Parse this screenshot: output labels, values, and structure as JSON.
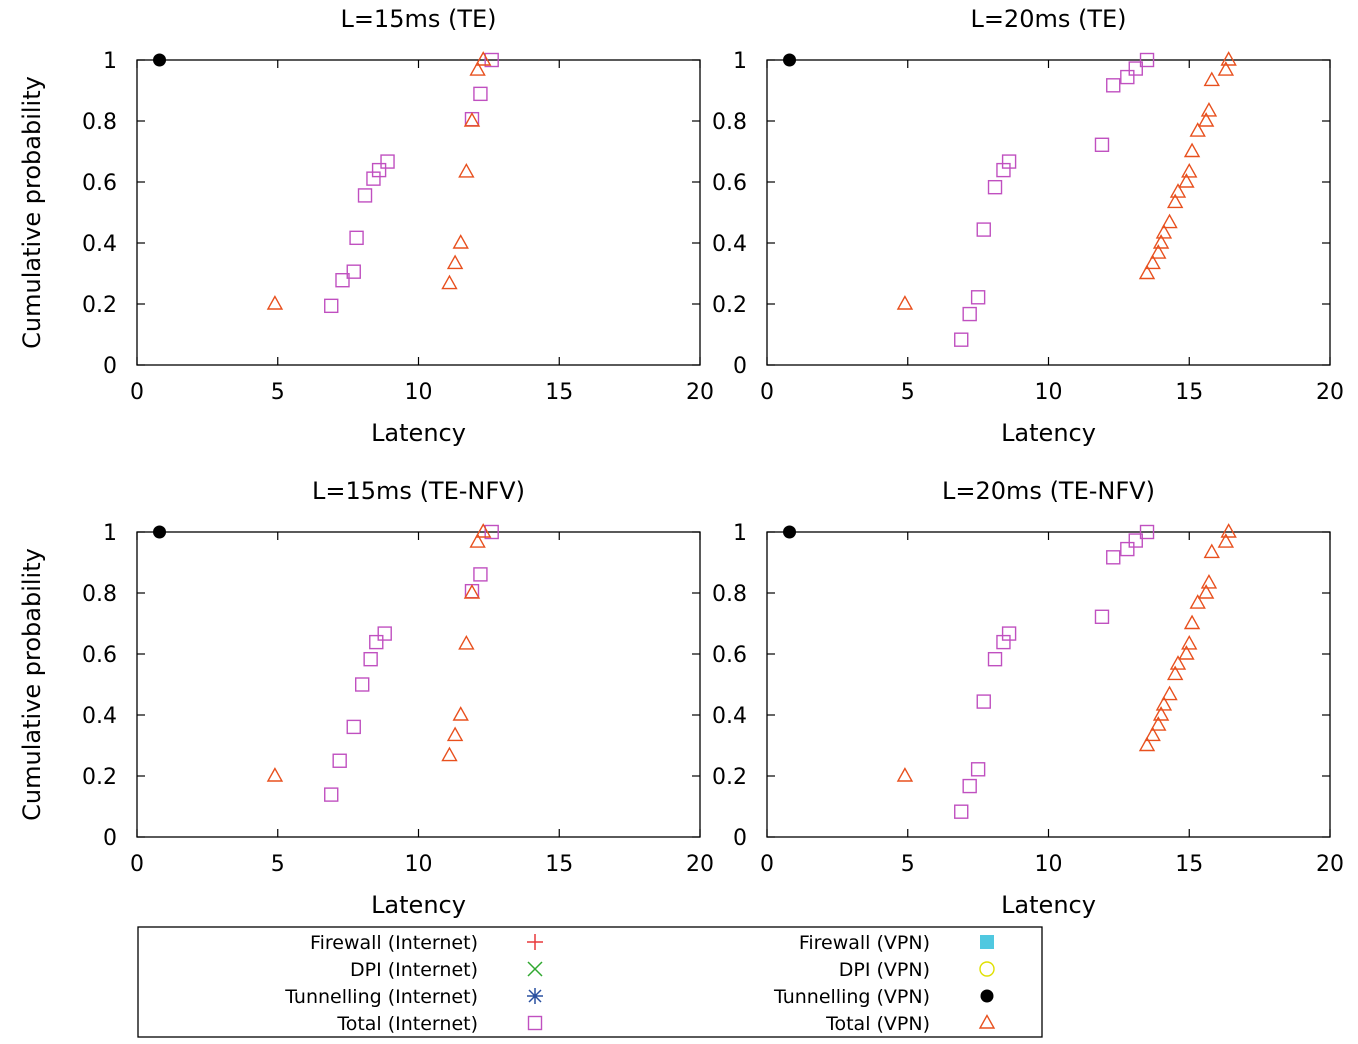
{
  "chart_data": [
    {
      "type": "scatter",
      "title": "L=15ms (TE)",
      "xlabel": "Latency",
      "ylabel": "Cumulative probability",
      "xlim": [
        0,
        20
      ],
      "ylim": [
        0,
        1
      ],
      "xticks": [
        0,
        5,
        10,
        15,
        20
      ],
      "yticks": [
        0,
        0.2,
        0.4,
        0.6,
        0.8,
        1
      ],
      "grid": false,
      "series": [
        {
          "name": "Total (Internet)",
          "marker": "square",
          "color": "#c050c0",
          "points": [
            [
              6.9,
              0.194
            ],
            [
              7.3,
              0.278
            ],
            [
              7.7,
              0.306
            ],
            [
              7.8,
              0.417
            ],
            [
              8.1,
              0.556
            ],
            [
              8.4,
              0.611
            ],
            [
              8.6,
              0.639
            ],
            [
              8.9,
              0.667
            ],
            [
              11.9,
              0.806
            ],
            [
              12.2,
              0.889
            ],
            [
              12.6,
              1.0
            ]
          ]
        },
        {
          "name": "Total (VPN)",
          "marker": "triangle",
          "color": "#e8501e",
          "points": [
            [
              4.9,
              0.2
            ],
            [
              11.1,
              0.267
            ],
            [
              11.3,
              0.333
            ],
            [
              11.5,
              0.4
            ],
            [
              11.7,
              0.633
            ],
            [
              11.9,
              0.8
            ],
            [
              12.1,
              0.967
            ],
            [
              12.3,
              1.0
            ]
          ]
        },
        {
          "name": "Tunnelling (VPN)",
          "marker": "dot",
          "color": "#000000",
          "points": [
            [
              0.8,
              1.0
            ]
          ]
        }
      ]
    },
    {
      "type": "scatter",
      "title": "L=20ms (TE)",
      "xlabel": "Latency",
      "ylabel": "",
      "xlim": [
        0,
        20
      ],
      "ylim": [
        0,
        1
      ],
      "xticks": [
        0,
        5,
        10,
        15,
        20
      ],
      "yticks": [
        0,
        0.2,
        0.4,
        0.6,
        0.8,
        1
      ],
      "grid": false,
      "series": [
        {
          "name": "Total (Internet)",
          "marker": "square",
          "color": "#c050c0",
          "points": [
            [
              6.9,
              0.083
            ],
            [
              7.2,
              0.167
            ],
            [
              7.5,
              0.222
            ],
            [
              7.7,
              0.444
            ],
            [
              8.1,
              0.583
            ],
            [
              8.4,
              0.639
            ],
            [
              8.6,
              0.667
            ],
            [
              11.9,
              0.722
            ],
            [
              12.3,
              0.917
            ],
            [
              12.8,
              0.944
            ],
            [
              13.1,
              0.972
            ],
            [
              13.5,
              1.0
            ]
          ]
        },
        {
          "name": "Total (VPN)",
          "marker": "triangle",
          "color": "#e8501e",
          "points": [
            [
              4.9,
              0.2
            ],
            [
              13.5,
              0.3
            ],
            [
              13.7,
              0.333
            ],
            [
              13.9,
              0.367
            ],
            [
              14.0,
              0.4
            ],
            [
              14.1,
              0.433
            ],
            [
              14.3,
              0.467
            ],
            [
              14.5,
              0.533
            ],
            [
              14.6,
              0.567
            ],
            [
              14.9,
              0.6
            ],
            [
              15.0,
              0.633
            ],
            [
              15.1,
              0.7
            ],
            [
              15.3,
              0.767
            ],
            [
              15.6,
              0.8
            ],
            [
              15.7,
              0.833
            ],
            [
              15.8,
              0.933
            ],
            [
              16.3,
              0.967
            ],
            [
              16.4,
              1.0
            ]
          ]
        },
        {
          "name": "Tunnelling (VPN)",
          "marker": "dot",
          "color": "#000000",
          "points": [
            [
              0.8,
              1.0
            ]
          ]
        }
      ]
    },
    {
      "type": "scatter",
      "title": "L=15ms (TE-NFV)",
      "xlabel": "Latency",
      "ylabel": "Cumulative probability",
      "xlim": [
        0,
        20
      ],
      "ylim": [
        0,
        1
      ],
      "xticks": [
        0,
        5,
        10,
        15,
        20
      ],
      "yticks": [
        0,
        0.2,
        0.4,
        0.6,
        0.8,
        1
      ],
      "grid": false,
      "series": [
        {
          "name": "Total (Internet)",
          "marker": "square",
          "color": "#c050c0",
          "points": [
            [
              6.9,
              0.139
            ],
            [
              7.2,
              0.25
            ],
            [
              7.7,
              0.361
            ],
            [
              8.0,
              0.5
            ],
            [
              8.3,
              0.583
            ],
            [
              8.5,
              0.639
            ],
            [
              8.8,
              0.667
            ],
            [
              11.9,
              0.806
            ],
            [
              12.2,
              0.861
            ],
            [
              12.6,
              1.0
            ]
          ]
        },
        {
          "name": "Total (VPN)",
          "marker": "triangle",
          "color": "#e8501e",
          "points": [
            [
              4.9,
              0.2
            ],
            [
              11.1,
              0.267
            ],
            [
              11.3,
              0.333
            ],
            [
              11.5,
              0.4
            ],
            [
              11.7,
              0.633
            ],
            [
              11.9,
              0.8
            ],
            [
              12.1,
              0.967
            ],
            [
              12.3,
              1.0
            ]
          ]
        },
        {
          "name": "Tunnelling (VPN)",
          "marker": "dot",
          "color": "#000000",
          "points": [
            [
              0.8,
              1.0
            ]
          ]
        }
      ]
    },
    {
      "type": "scatter",
      "title": "L=20ms (TE-NFV)",
      "xlabel": "Latency",
      "ylabel": "",
      "xlim": [
        0,
        20
      ],
      "ylim": [
        0,
        1
      ],
      "xticks": [
        0,
        5,
        10,
        15,
        20
      ],
      "yticks": [
        0,
        0.2,
        0.4,
        0.6,
        0.8,
        1
      ],
      "grid": false,
      "series": [
        {
          "name": "Total (Internet)",
          "marker": "square",
          "color": "#c050c0",
          "points": [
            [
              6.9,
              0.083
            ],
            [
              7.2,
              0.167
            ],
            [
              7.5,
              0.222
            ],
            [
              7.7,
              0.444
            ],
            [
              8.1,
              0.583
            ],
            [
              8.4,
              0.639
            ],
            [
              8.6,
              0.667
            ],
            [
              11.9,
              0.722
            ],
            [
              12.3,
              0.917
            ],
            [
              12.8,
              0.944
            ],
            [
              13.1,
              0.972
            ],
            [
              13.5,
              1.0
            ]
          ]
        },
        {
          "name": "Total (VPN)",
          "marker": "triangle",
          "color": "#e8501e",
          "points": [
            [
              4.9,
              0.2
            ],
            [
              13.5,
              0.3
            ],
            [
              13.7,
              0.333
            ],
            [
              13.9,
              0.367
            ],
            [
              14.0,
              0.4
            ],
            [
              14.1,
              0.433
            ],
            [
              14.3,
              0.467
            ],
            [
              14.5,
              0.533
            ],
            [
              14.6,
              0.567
            ],
            [
              14.9,
              0.6
            ],
            [
              15.0,
              0.633
            ],
            [
              15.1,
              0.7
            ],
            [
              15.3,
              0.767
            ],
            [
              15.6,
              0.8
            ],
            [
              15.7,
              0.833
            ],
            [
              15.8,
              0.933
            ],
            [
              16.3,
              0.967
            ],
            [
              16.4,
              1.0
            ]
          ]
        },
        {
          "name": "Tunnelling (VPN)",
          "marker": "dot",
          "color": "#000000",
          "points": [
            [
              0.8,
              1.0
            ]
          ]
        }
      ]
    }
  ],
  "legend": {
    "placement": "bottom",
    "entries": [
      {
        "label": "Firewall (Internet)",
        "marker": "plus",
        "color": "#e8383c"
      },
      {
        "label": "DPI (Internet)",
        "marker": "cross",
        "color": "#30a830"
      },
      {
        "label": "Tunnelling (Internet)",
        "marker": "star",
        "color": "#2a50a0"
      },
      {
        "label": "Total (Internet)",
        "marker": "square",
        "color": "#c050c0"
      },
      {
        "label": "Firewall (VPN)",
        "marker": "filled-square",
        "color": "#50c8e0"
      },
      {
        "label": "DPI (VPN)",
        "marker": "circle",
        "color": "#e0e000"
      },
      {
        "label": "Tunnelling (VPN)",
        "marker": "dot",
        "color": "#000000"
      },
      {
        "label": "Total (VPN)",
        "marker": "triangle",
        "color": "#e8501e"
      }
    ]
  }
}
